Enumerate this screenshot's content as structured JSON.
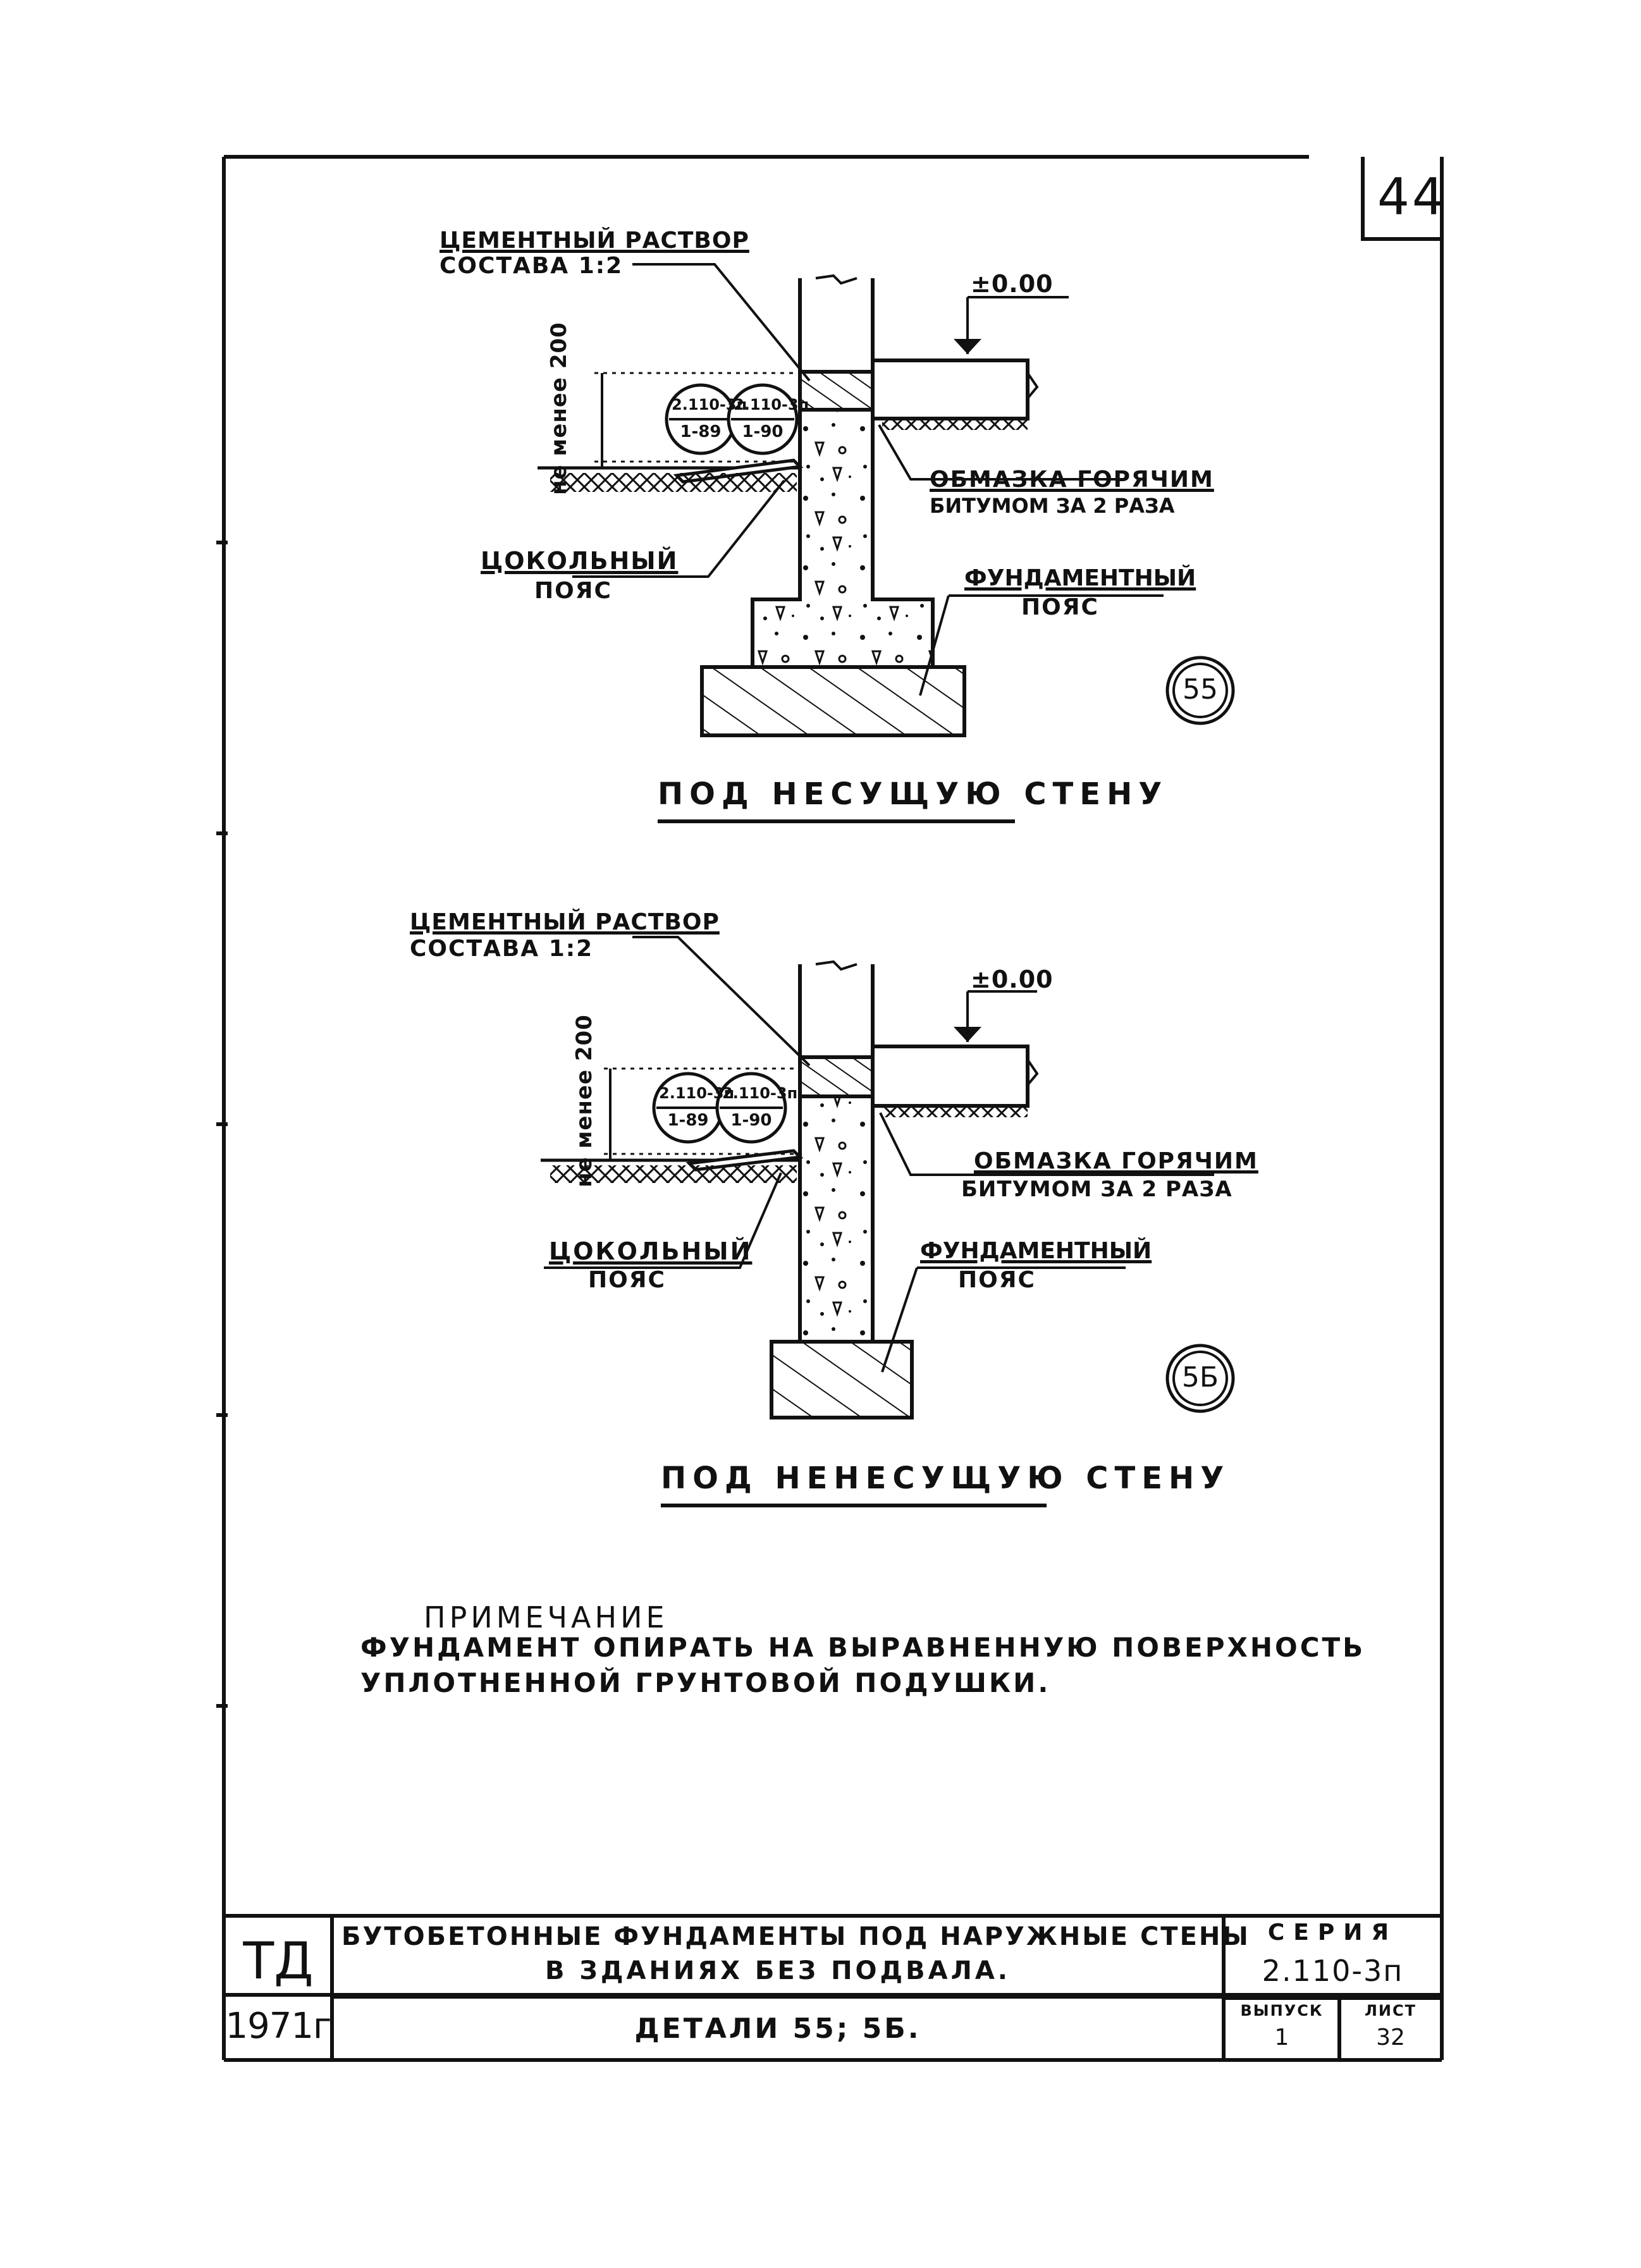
{
  "sheet": {
    "page_number": "44"
  },
  "detail_55": {
    "label_mortar_line1": "ЦЕМЕНТНЫЙ РАСТВОР",
    "label_mortar_line2": "СОСТАВА 1:2",
    "level_mark": "±0.00",
    "dimension_text": "не менее 200",
    "ref_left_top": "2.110-3п",
    "ref_left_bottom": "1-89",
    "ref_right_top": "2.110-3п",
    "ref_right_bottom": "1-90",
    "label_bitumen_line1": "ОБМАЗКА ГОРЯЧИМ",
    "label_bitumen_line2": "БИТУМОМ ЗА 2 РАЗА",
    "label_plinth_line1": "ЦОКОЛЬНЫЙ",
    "label_plinth_line2": "ПОЯС",
    "label_found_line1": "ФУНДАМЕНТНЫЙ",
    "label_found_line2": "ПОЯС",
    "marker": "55",
    "caption": "ПОД НЕСУЩУЮ СТЕНУ"
  },
  "detail_5b": {
    "label_mortar_line1": "ЦЕМЕНТНЫЙ РАСТВОР",
    "label_mortar_line2": "СОСТАВА 1:2",
    "level_mark": "±0.00",
    "dimension_text": "не менее 200",
    "ref_left_top": "2.110-3п",
    "ref_left_bottom": "1-89",
    "ref_right_top": "2.110-3п",
    "ref_right_bottom": "1-90",
    "label_bitumen_line1": "ОБМАЗКА ГОРЯЧИМ",
    "label_bitumen_line2": "БИТУМОМ ЗА 2 РАЗА",
    "label_plinth_line1": "ЦОКОЛЬНЫЙ",
    "label_plinth_line2": "ПОЯС",
    "label_found_line1": "ФУНДАМЕНТНЫЙ",
    "label_found_line2": "ПОЯС",
    "marker": "5Б",
    "caption": "ПОД НЕНЕСУЩУЮ СТЕНУ"
  },
  "note": {
    "heading": "ПРИМЕЧАНИЕ",
    "line1": "ФУНДАМЕНТ ОПИРАТЬ НА ВЫРАВНЕННУЮ ПОВЕРХНОСТЬ",
    "line2": "УПЛОТНЕННОЙ ГРУНТОВОЙ ПОДУШКИ."
  },
  "title_block": {
    "org": "ТД",
    "year": "1971г",
    "title_line1": "БУТОБЕТОННЫЕ ФУНДАМЕНТЫ ПОД НАРУЖНЫЕ СТЕНЫ",
    "title_line2": "В ЗДАНИЯХ БЕЗ ПОДВАЛА.",
    "title_line3": "ДЕТАЛИ 55; 5Б.",
    "series_label": "СЕРИЯ",
    "series_value": "2.110-3п",
    "issue_label": "ВЫПУСК",
    "issue_value": "1",
    "sheet_label": "ЛИСТ",
    "sheet_value": "32"
  }
}
